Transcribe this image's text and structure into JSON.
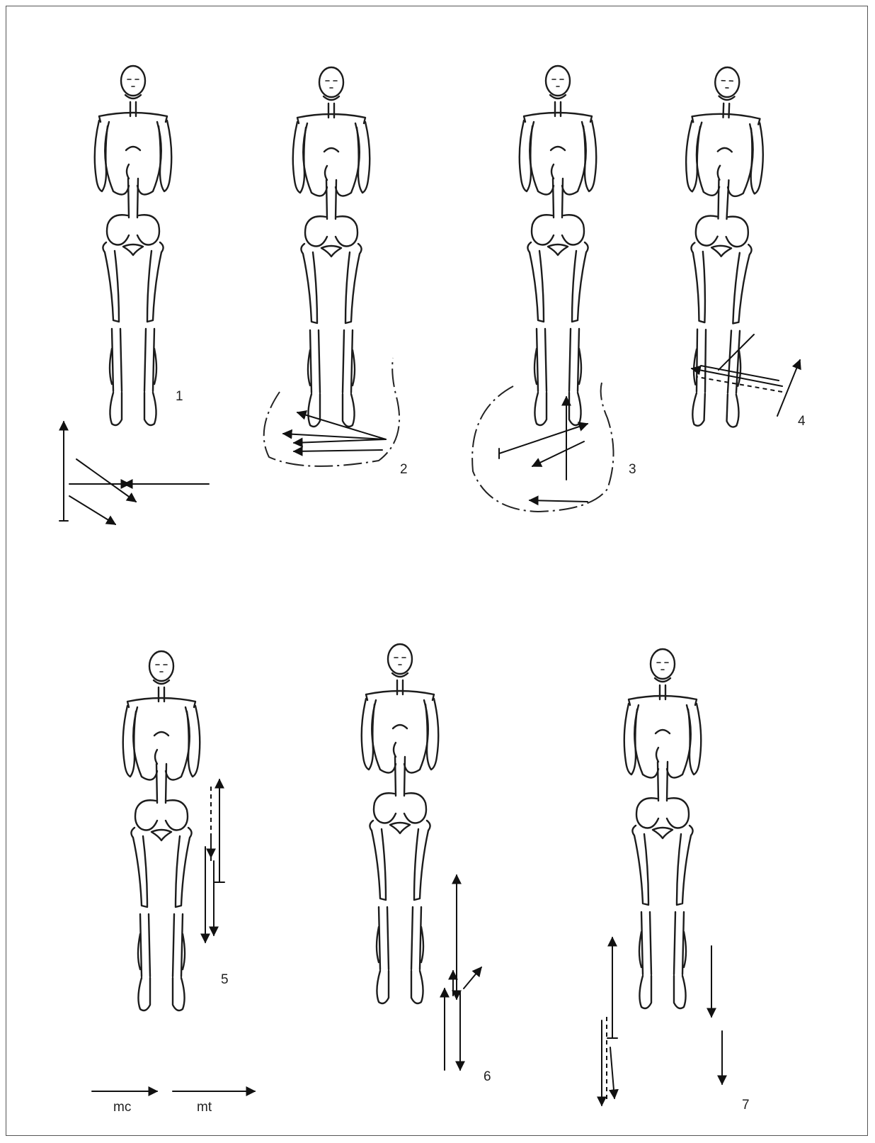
{
  "figure": {
    "panels": [
      {
        "id": "1",
        "label": "1"
      },
      {
        "id": "2",
        "label": "2"
      },
      {
        "id": "3",
        "label": "3"
      },
      {
        "id": "4",
        "label": "4"
      },
      {
        "id": "5",
        "label": "5"
      },
      {
        "id": "6",
        "label": "6"
      },
      {
        "id": "7",
        "label": "7"
      }
    ],
    "legend": {
      "mc_label": "mc",
      "mt_label": "mt"
    },
    "colors": {
      "ink": "#1c1c1c",
      "background": "#ffffff"
    }
  }
}
